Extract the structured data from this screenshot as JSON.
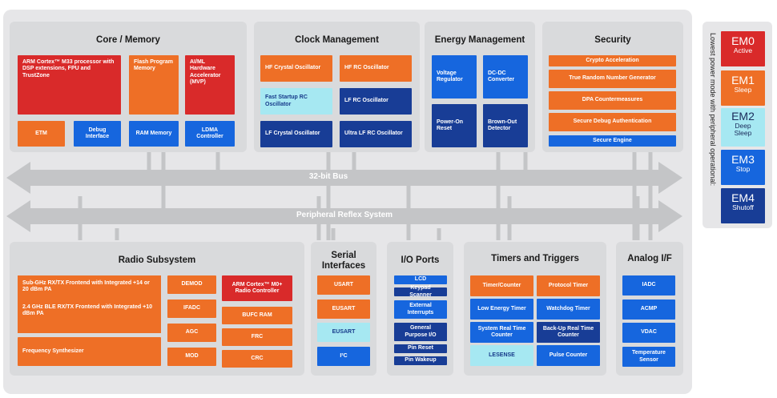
{
  "bus": {
    "main": "32-bit Bus",
    "reflex": "Peripheral Reflex System"
  },
  "core": {
    "title": "Core / Memory",
    "cortex": "ARM Cortex™ M33 processor with DSP extensions, FPU and TrustZone",
    "flash": "Flash Program Memory",
    "mvp": "AI/ML Hardware Accelerator (MVP)",
    "etm": "ETM",
    "debug": "Debug Interface",
    "ram": "RAM Memory",
    "ldma": "LDMA Controller"
  },
  "clock": {
    "title": "Clock Management",
    "hfx": "HF Crystal Oscillator",
    "hfrc": "HF RC Oscillator",
    "fsrc": "Fast Startup RC Oscillator",
    "lfrc": "LF RC Oscillator",
    "lfx": "LF Crystal Oscillator",
    "ulfrc": "Ultra LF RC Oscillator"
  },
  "energy": {
    "title": "Energy Management",
    "vreg": "Voltage Regulator",
    "dcdc": "DC-DC Converter",
    "por": "Power-On Reset",
    "bod": "Brown-Out Detector"
  },
  "security": {
    "title": "Security",
    "items": [
      "Crypto Acceleration",
      "True Random Number Generator",
      "DPA Countermeasures",
      "Secure Debug Authentication",
      "Secure Engine"
    ]
  },
  "radio": {
    "title": "Radio Subsystem",
    "subghz": "Sub-GHz RX/TX Frontend with Integrated +14 or 20 dBm PA",
    "ble": "2.4 GHz BLE RX/TX Frontend with Integrated +10 dBm PA",
    "synth": "Frequency Synthesizer",
    "demod": "DEMOD",
    "ifadc": "IFADC",
    "agc": "AGC",
    "mod": "MOD",
    "m0": "ARM Cortex™ M0+ Radio Controller",
    "bufc": "BUFC RAM",
    "frc": "FRC",
    "crc": "CRC"
  },
  "serial": {
    "title": "Serial Interfaces",
    "items": [
      "USART",
      "EUSART",
      "EUSART",
      "I²C"
    ]
  },
  "io": {
    "title": "I/O Ports",
    "items": [
      "LCD",
      "Keypad Scanner",
      "External Interrupts",
      "General Purpose I/O",
      "Pin Reset",
      "Pin Wakeup"
    ]
  },
  "timers": {
    "title": "Timers and Triggers",
    "items": [
      "Timer/Counter",
      "Protocol Timer",
      "Low Energy Timer",
      "Watchdog Timer",
      "System Real Time Counter",
      "Back-Up Real Time Counter",
      "LESENSE",
      "Pulse Counter"
    ]
  },
  "analog": {
    "title": "Analog I/F",
    "items": [
      "IADC",
      "ACMP",
      "VDAC",
      "Temperature Sensor"
    ]
  },
  "legend": {
    "caption": "Lowest power mode with peripheral operational:",
    "modes": [
      {
        "name": "EM0",
        "state": "Active"
      },
      {
        "name": "EM1",
        "state": "Sleep"
      },
      {
        "name": "EM2",
        "state": "Deep Sleep"
      },
      {
        "name": "EM3",
        "state": "Stop"
      },
      {
        "name": "EM4",
        "state": "Shutoff"
      }
    ]
  },
  "colors": {
    "em0": "#d92a2a",
    "em1": "#ee6f26",
    "em2": "#a6e8f2",
    "em3": "#1666de",
    "em4": "#183d96"
  }
}
